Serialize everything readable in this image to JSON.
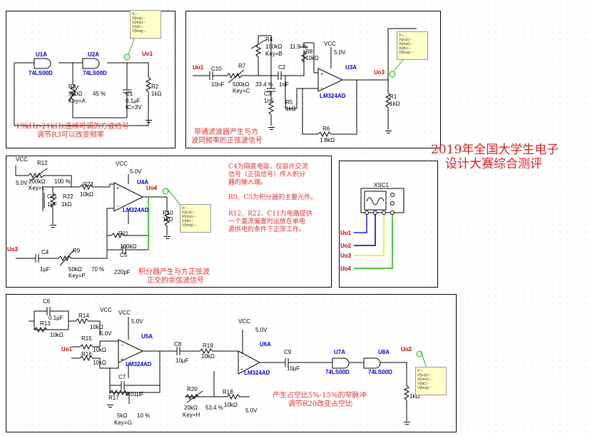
{
  "title": {
    "line1": "2019年全国大学生电子",
    "line2": "设计大赛综合测评"
  },
  "panel1": {
    "gates": [
      "U1A",
      "U2A"
    ],
    "gate_part": "74LS00D",
    "r3": {
      "name": "R3",
      "value": "500Ω",
      "pct": "45 %",
      "key": "Key=A"
    },
    "c1": {
      "name": "C1",
      "value": "0.1μF",
      "ic": "IC=3V"
    },
    "r2": {
      "name": "R2",
      "value": "1kΩ"
    },
    "net": "Uo1",
    "note1": "19kHz-21kHz连续可调的方波信号",
    "note2": "调节R3可以改变频率"
  },
  "panel2": {
    "net_in": "Uo1",
    "net_out": "Uo3",
    "opamp": "U3A",
    "opamp_part": "LM324AD",
    "c10": {
      "name": "C10",
      "value": "10nF"
    },
    "r7": {
      "name": "R7",
      "value": "500kΩ",
      "pct": "33.4 %",
      "key": "Key=C"
    },
    "r4": {
      "name": "R4",
      "value": "100kΩ",
      "pct": "11.9 %",
      "key": "Key=B"
    },
    "r8": {
      "name": "R8",
      "value": "10kΩ"
    },
    "c2": {
      "name": "C2",
      "value": "1nF"
    },
    "c3": {
      "name": "C3",
      "value": "1nF"
    },
    "r5": {
      "name": "R5",
      "value": "1kΩ"
    },
    "r6": {
      "name": "R6",
      "value": "1.8kΩ"
    },
    "r1": {
      "name": "R1",
      "value": "1kΩ"
    },
    "vcc": "VCC",
    "vcc_v": "5.0V",
    "note1": "带通滤波器产生与方",
    "note2": "波同频率的正弦波信号"
  },
  "panel3": {
    "vcc": "VCC",
    "v1": "5.0V",
    "v2": "5.0V",
    "r12": {
      "name": "R12",
      "value": "200kΩ",
      "pct": "100 %",
      "key": "Key=L"
    },
    "r23": {
      "name": "R23",
      "value": "10kΩ"
    },
    "c11": {
      "name": "C11",
      "value": "1μF"
    },
    "r22": {
      "name": "R22",
      "value": "1kΩ"
    },
    "opamp": "U4A",
    "opamp_part": "LM324AD",
    "net_out": "Uo4",
    "net_in": "Uo3",
    "r10": {
      "name": "R10",
      "value": "1kΩ"
    },
    "r11": {
      "name": "R11",
      "value": "100kΩ"
    },
    "c5": {
      "name": "C5",
      "value": "220pF"
    },
    "c4": {
      "name": "C4",
      "value": "1μF"
    },
    "r9": {
      "name": "R9",
      "value": "50kΩ",
      "pct": "70 %",
      "key": "Key=P"
    },
    "note1": "积分器产生与方正弦波",
    "note2": "正交的余弦波信号"
  },
  "description": [
    "C4为隔直电容，仅容许交流",
    "信号（正弦信号）传入积分",
    "器的输入端。",
    "R9、C5为积分器的主要元件。",
    "R12、R22、C11为电路提供",
    "一个直流偏置时运放在单电",
    "源供电的条件下正常工作。"
  ],
  "scope": {
    "name": "XSC1",
    "inputs": [
      "Uo1",
      "Uo2",
      "Uo3",
      "Uo4"
    ]
  },
  "panel4": {
    "c6": {
      "name": "C6",
      "value": "0.1μF"
    },
    "r13": {
      "name": "R13",
      "value": "10kΩ"
    },
    "r14": {
      "name": "R14",
      "value": "10kΩ"
    },
    "r15": {
      "name": "R15",
      "value": "10kΩ"
    },
    "r16": {
      "name": "R16",
      "value": "10kΩ"
    },
    "r17": {
      "name": "R17",
      "value": "5kΩ",
      "pct": "10 %",
      "key": "Key=G"
    },
    "c7": {
      "name": "C7",
      "value": "0.01μF"
    },
    "c8": {
      "name": "C8",
      "value": "10μF"
    },
    "r19": {
      "name": "R19",
      "value": "10kΩ"
    },
    "c9": {
      "name": "C9",
      "value": "10μF"
    },
    "r20": {
      "name": "R20",
      "value": "20kΩ",
      "pct": "53.4 %",
      "key": "Key=H"
    },
    "r18": {
      "name": "R18",
      "value": "10kΩ"
    },
    "r21": {
      "name": "",
      "value": "1kΩ"
    },
    "opamps": [
      "U5A",
      "U6A"
    ],
    "opamp_part": "LM324AD",
    "gates": [
      "U7A",
      "U8A"
    ],
    "gate_part": "74LS00D",
    "vcc": "VCC",
    "v": "5.0V",
    "net_in": "Uo1",
    "net_out": "Uo2",
    "note1": "产生占空比5%-15%的窄脉冲",
    "note2": "调节R20改变占空比"
  },
  "probe": {
    "lines": [
      "V:--",
      "V(p-p):--",
      "V(rms):--",
      "V(dc):--",
      "V(freq):--"
    ]
  },
  "colors": {
    "wire": "#000000",
    "net": "#c00000",
    "title": "#e02020",
    "uo1": "#1a1aff",
    "uo2": "#000080",
    "uo3": "#f2e600",
    "uo4": "#19b800"
  }
}
